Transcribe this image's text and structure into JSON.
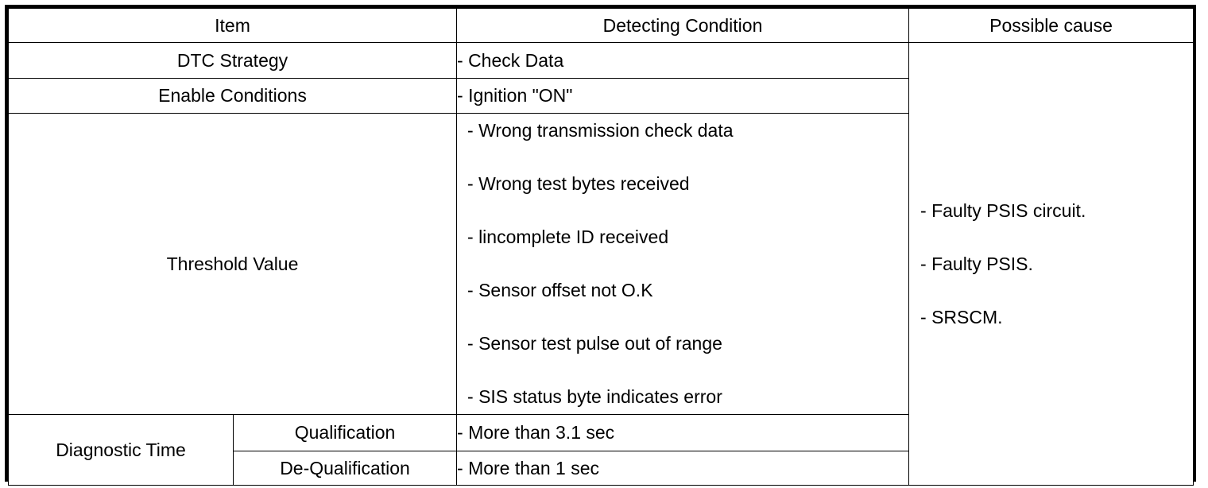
{
  "table": {
    "headers": {
      "item": "Item",
      "detecting_condition": "Detecting Condition",
      "possible_cause": "Possible cause"
    },
    "rows": {
      "dtc_strategy": {
        "label": "DTC Strategy",
        "condition": "-  Check Data"
      },
      "enable_conditions": {
        "label": "Enable Conditions",
        "condition": "-  Ignition \"ON\""
      },
      "threshold_value": {
        "label": "Threshold Value",
        "conditions": [
          "-  Wrong transmission check data",
          "-  Wrong test bytes received",
          "-  lincomplete ID received",
          "-  Sensor offset not O.K",
          "-  Sensor test pulse out of range",
          "-  SIS status byte indicates error"
        ]
      },
      "diagnostic_time": {
        "label": "Diagnostic Time",
        "qualification": {
          "label": "Qualification",
          "condition": "-  More than 3.1 sec"
        },
        "de_qualification": {
          "label": "De-Qualification",
          "condition": "-  More than 1 sec"
        }
      }
    },
    "possible_causes": [
      "-  Faulty PSIS circuit.",
      "-  Faulty PSIS.",
      "-  SRSCM."
    ]
  },
  "colors": {
    "border": "#000000",
    "text": "#000000",
    "background": "#ffffff"
  }
}
